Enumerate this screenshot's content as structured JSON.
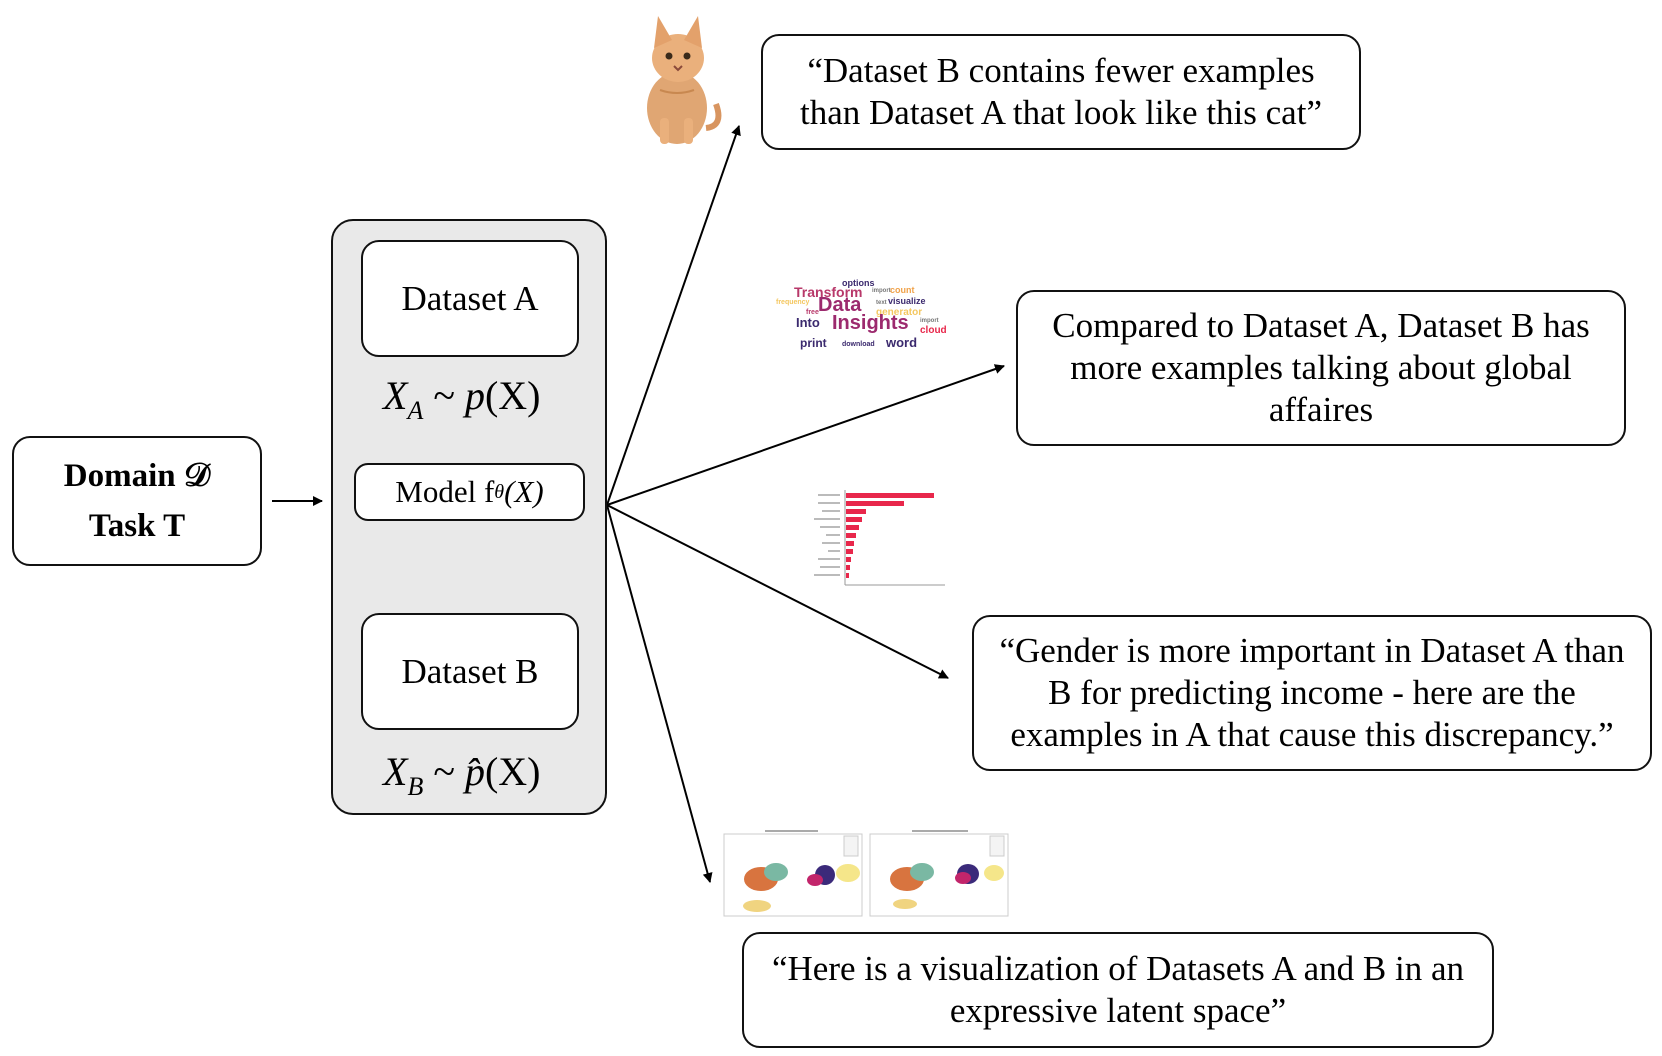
{
  "left_box": {
    "domain_label": "Domain 𝒟",
    "task_label": "Task T"
  },
  "panel": {
    "dataset_a": "Dataset A",
    "dataset_b": "Dataset B",
    "model_label": "Model f",
    "model_sub": "θ",
    "model_arg": "(X)",
    "dist_a": {
      "var": "X",
      "sub": "A",
      "rel": " ~ ",
      "fn": "p",
      "arg": "(X)"
    },
    "dist_b": {
      "var": "X",
      "sub": "B",
      "rel": " ~ ",
      "fn": "p̂",
      "arg": "(X)"
    }
  },
  "outputs": {
    "cat_quote": "“Dataset B contains fewer examples than Dataset A that look like this cat”",
    "topic_quote": "Compared to Dataset A, Dataset B has more examples talking about global affaires",
    "feature_quote": "“Gender is more important in Dataset A than B for predicting income - here are the examples in A that cause this discrepancy.”",
    "latent_quote": "“Here is a visualization of Datasets A and B in an expressive latent space”"
  },
  "word_cloud": {
    "words": [
      "options",
      "Transform",
      "import",
      "count",
      "frequency",
      "Data",
      "text",
      "visualize",
      "free",
      "generator",
      "Into",
      "Insights",
      "import",
      "cloud",
      "print",
      "download",
      "word"
    ]
  },
  "icons": {
    "cat": "cat-photo-icon",
    "network": "neural-network-icon"
  },
  "colors": {
    "panel_bg": "#e9e9e9",
    "bar": "#e8274b",
    "wordcloud_primary": "#9c2a6e"
  }
}
